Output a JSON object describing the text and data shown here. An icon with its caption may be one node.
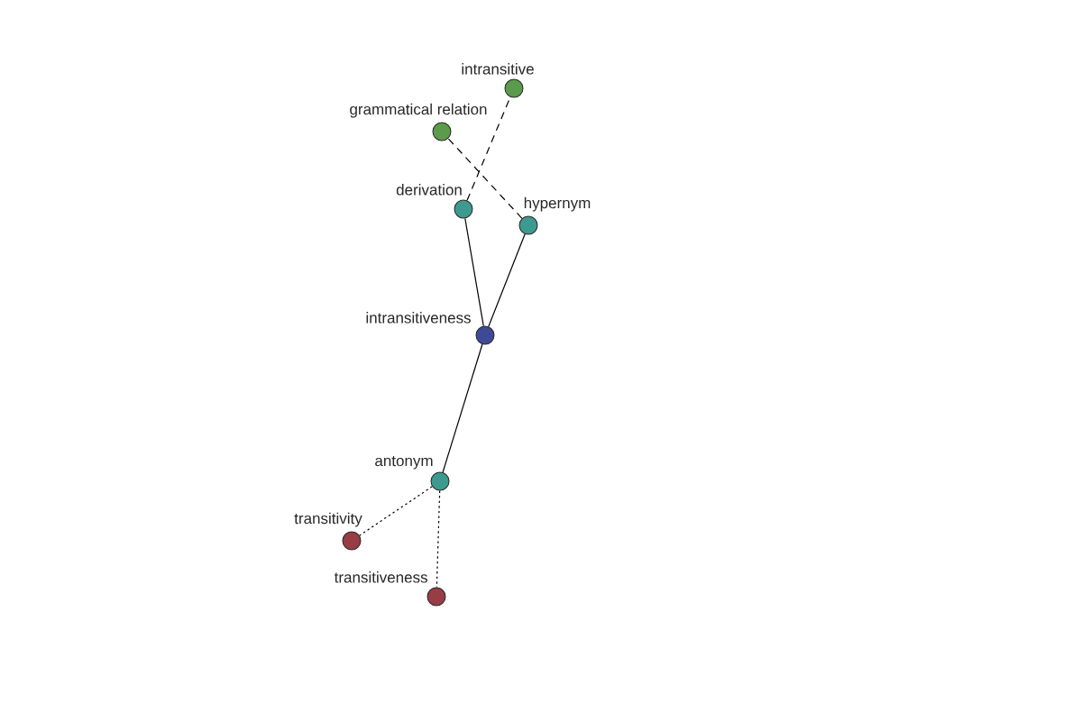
{
  "diagram": {
    "nodes": [
      {
        "text": [
          "intransitive"
        ]
      },
      {
        "text": [
          "grammatical relation"
        ]
      },
      {
        "text": [
          "derivation"
        ]
      },
      {
        "text": [
          "hypernym"
        ]
      },
      {
        "text": [
          "intransitiveness"
        ]
      },
      {
        "text": [
          "antonym"
        ]
      },
      {
        "text": [
          "transitivity"
        ]
      },
      {
        "text": [
          "transitiveness"
        ]
      }
    ],
    "edges": [
      {
        "from": 2,
        "to": 0,
        "arrow": "none",
        "style": "dashed"
      },
      {
        "from": 3,
        "to": 1,
        "arrow": "none",
        "style": "dashed"
      },
      {
        "from": 4,
        "to": 2,
        "arrow": "none"
      },
      {
        "from": 4,
        "to": 3,
        "arrow": "none"
      },
      {
        "from": 4,
        "to": 5,
        "arrow": "none"
      },
      {
        "from": 5,
        "to": 6,
        "arrow": "none",
        "style": "dashed"
      },
      {
        "from": 5,
        "to": 7,
        "arrow": "none",
        "style": "dashed"
      }
    ]
  }
}
